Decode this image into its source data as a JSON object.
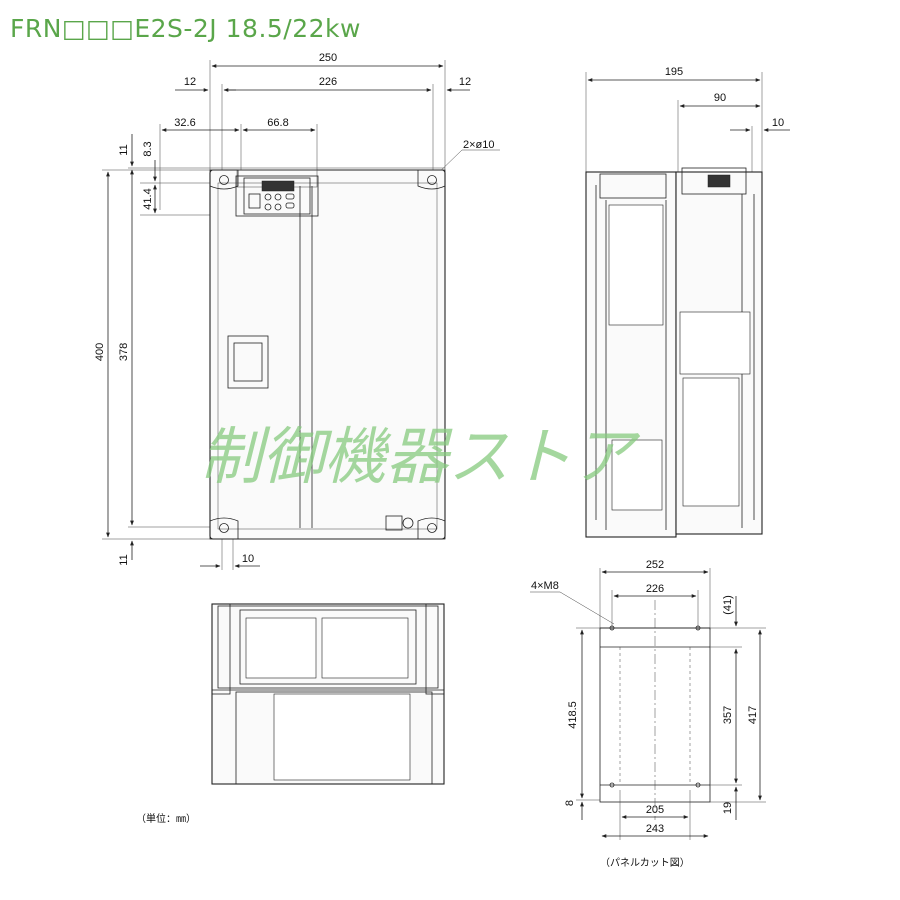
{
  "header": {
    "title": "FRN□□□E2S-2J  18.5/22kw"
  },
  "dimensions": {
    "front": {
      "overall_width": "250",
      "margin_left": "12",
      "hole_pitch": "226",
      "margin_right": "12",
      "keypad_offset": "32.6",
      "keypad_width": "66.8",
      "hole_note": "2×ø10",
      "top_margin": "11",
      "keypad_top": "8.3",
      "keypad_height": "41.4",
      "overall_height": "400",
      "hole_height": "378",
      "bottom_margin": "11",
      "bottom_slot": "10"
    },
    "side": {
      "depth": "195",
      "upper_depth": "90",
      "lip": "10"
    },
    "panel_cut": {
      "screw_note": "4×M8",
      "outer_width": "252",
      "hole_pitch_top": "226",
      "top_offset": "(41)",
      "height_left": "418.5",
      "height_inner": "357",
      "height_right": "417",
      "bottom_left": "8",
      "bottom_right": "19",
      "bottom_inner": "205",
      "bottom_outer": "243"
    }
  },
  "captions": {
    "unit": "（単位：㎜）",
    "panel_cut": "（パネルカット図）"
  },
  "watermark": {
    "text": "制御機器ストア",
    "color": "#86c97d"
  },
  "colors": {
    "title": "#5aa64a",
    "line": "#222222"
  }
}
